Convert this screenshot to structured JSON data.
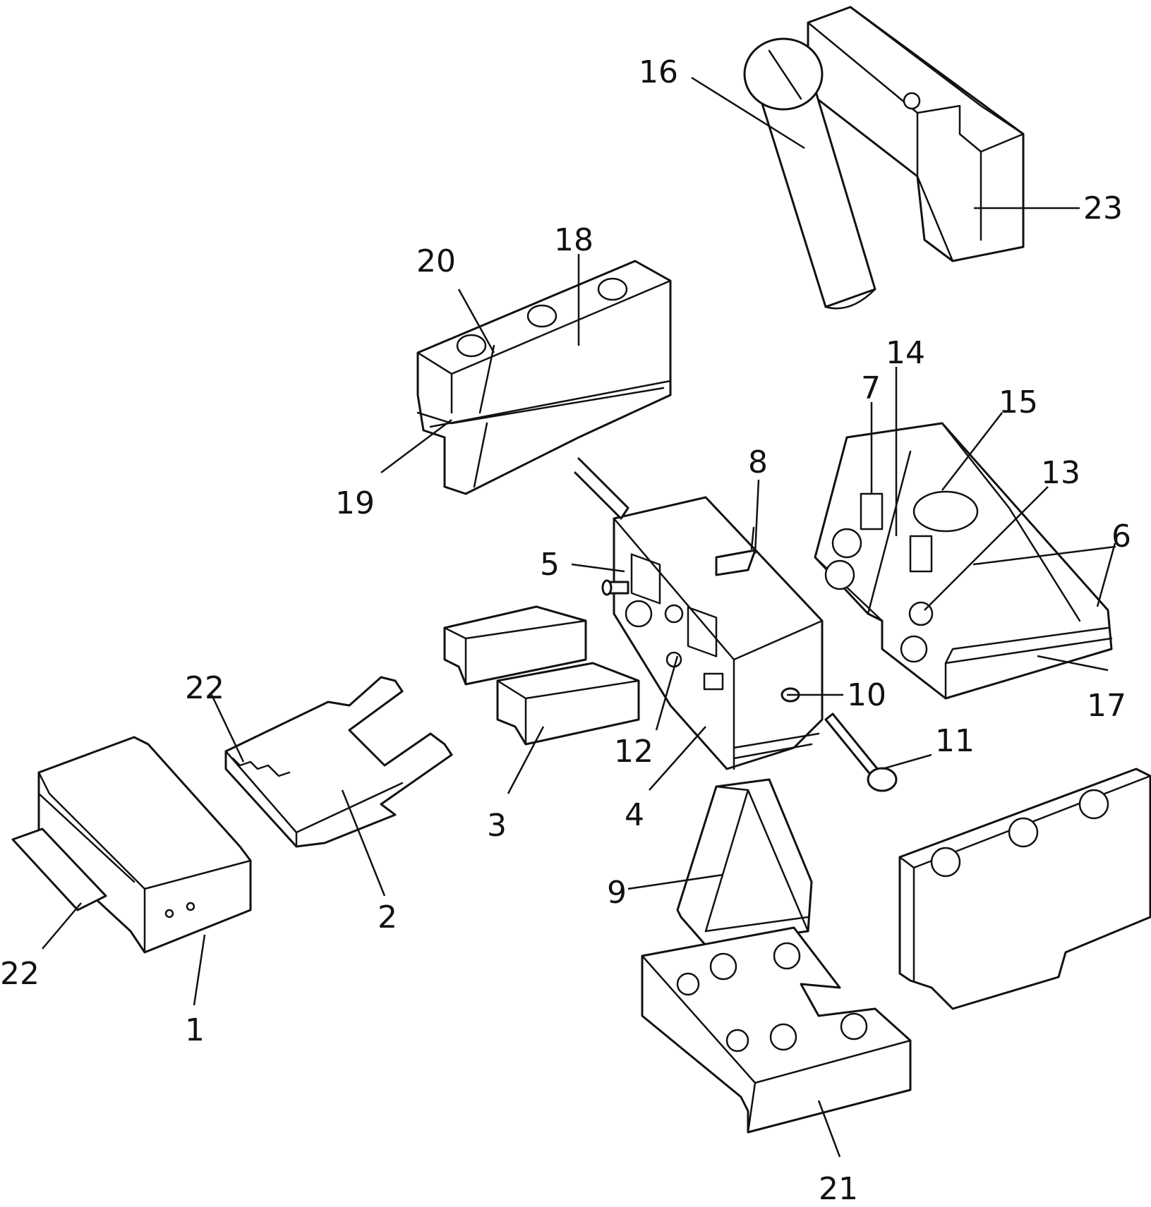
{
  "figure": {
    "labels": {
      "l1": "1",
      "l2": "2",
      "l3": "3",
      "l4": "4",
      "l5": "5",
      "l6": "6",
      "l7": "7",
      "l8": "8",
      "l9": "9",
      "l10": "10",
      "l11": "11",
      "l12": "12",
      "l13": "13",
      "l14": "14",
      "l15": "15",
      "l16": "16",
      "l17": "17",
      "l18": "18",
      "l19": "19",
      "l20": "20",
      "l21": "21",
      "l22a": "22",
      "l22b": "22",
      "l23": "23"
    }
  }
}
